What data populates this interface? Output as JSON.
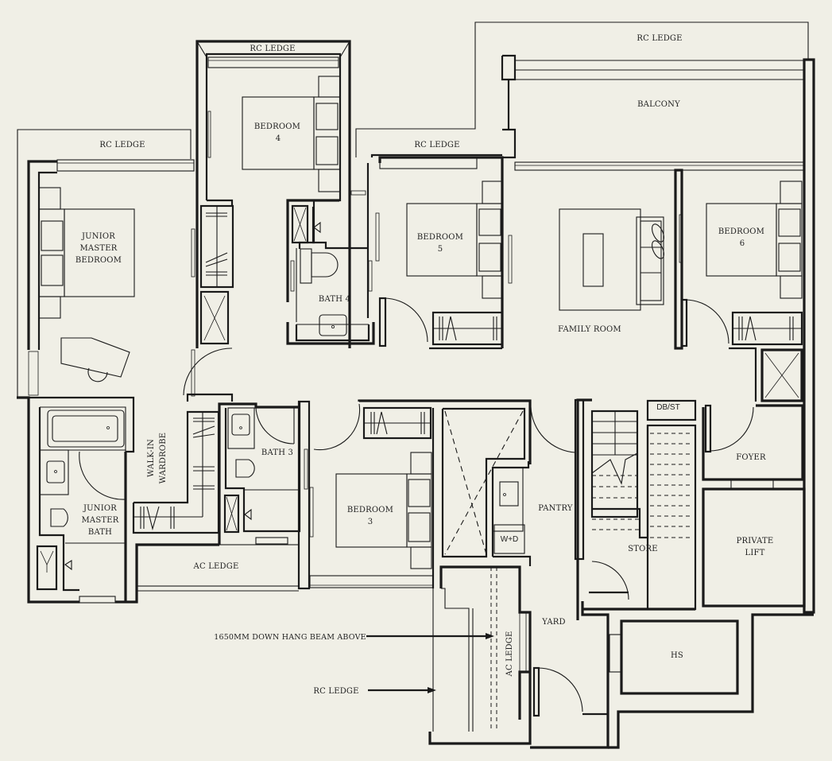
{
  "plan": {
    "background": "#f0efe6",
    "line_color": "#1a1a1a",
    "rooms": {
      "rc_ledge_top_right": "RC LEDGE",
      "rc_ledge_bedroom4": "RC LEDGE",
      "rc_ledge_left": "RC LEDGE",
      "rc_ledge_bedroom5": "RC LEDGE",
      "balcony": "BALCONY",
      "bedroom4_line1": "BEDROOM",
      "bedroom4_line2": "4",
      "bedroom5_line1": "BEDROOM",
      "bedroom5_line2": "5",
      "bedroom6_line1": "BEDROOM",
      "bedroom6_line2": "6",
      "bedroom3_line1": "BEDROOM",
      "bedroom3_line2": "3",
      "jmb_line1": "JUNIOR",
      "jmb_line2": "MASTER",
      "jmb_line3": "BEDROOM",
      "jmbath_line1": "JUNIOR",
      "jmbath_line2": "MASTER",
      "jmbath_line3": "BATH",
      "wardrobe_line1": "WALK-IN",
      "wardrobe_line2": "WARDROBE",
      "bath4": "BATH 4",
      "bath3": "BATH 3",
      "family_room": "FAMILY ROOM",
      "pantry": "PANTRY",
      "store": "STORE",
      "foyer": "FOYER",
      "private_lift_line1": "PRIVATE",
      "private_lift_line2": "LIFT",
      "dbst": "DB/ST",
      "wd": "W+D",
      "ac_ledge_bottom": "AC LEDGE",
      "ac_ledge_vertical": "AC LEDGE",
      "yard": "YARD",
      "hs": "HS"
    },
    "annotations": {
      "beam": "1650MM DOWN HANG BEAM ABOVE",
      "rc_ledge_arrow": "RC LEDGE"
    }
  }
}
